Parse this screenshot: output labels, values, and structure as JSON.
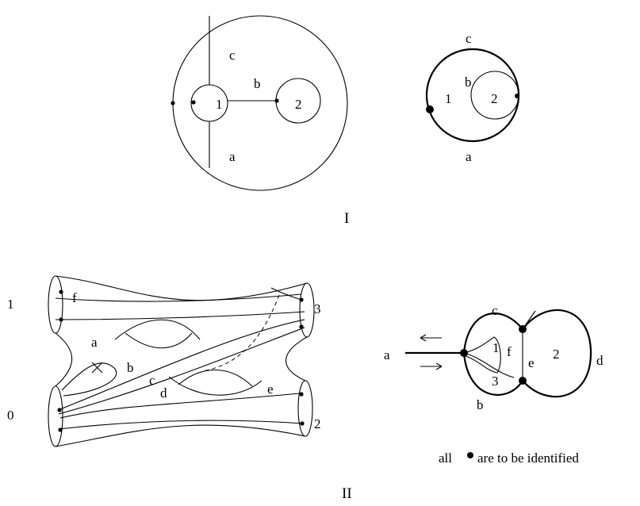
{
  "figure_I": {
    "label": "I",
    "left_graph": {
      "edge_c": "c",
      "edge_b": "b",
      "edge_a": "a",
      "hole_1": "1",
      "hole_2": "2"
    },
    "right_graph": {
      "edge_c": "c",
      "edge_b": "b",
      "edge_a": "a",
      "region_1": "1",
      "region_2": "2"
    }
  },
  "figure_II": {
    "label": "II",
    "surface": {
      "boundary_1": "1",
      "boundary_3": "3",
      "boundary_0": "0",
      "boundary_2": "2",
      "edge_f": "f",
      "edge_a": "a",
      "edge_b": "b",
      "edge_c": "c",
      "edge_d": "d",
      "edge_e": "e"
    },
    "graph": {
      "edge_a": "a",
      "edge_c": "c",
      "edge_d": "d",
      "edge_b": "b",
      "edge_e": "e",
      "edge_f": "f",
      "region_1": "1",
      "region_2": "2",
      "region_3": "3"
    },
    "note": "are to be identified",
    "note_prefix": "all"
  }
}
